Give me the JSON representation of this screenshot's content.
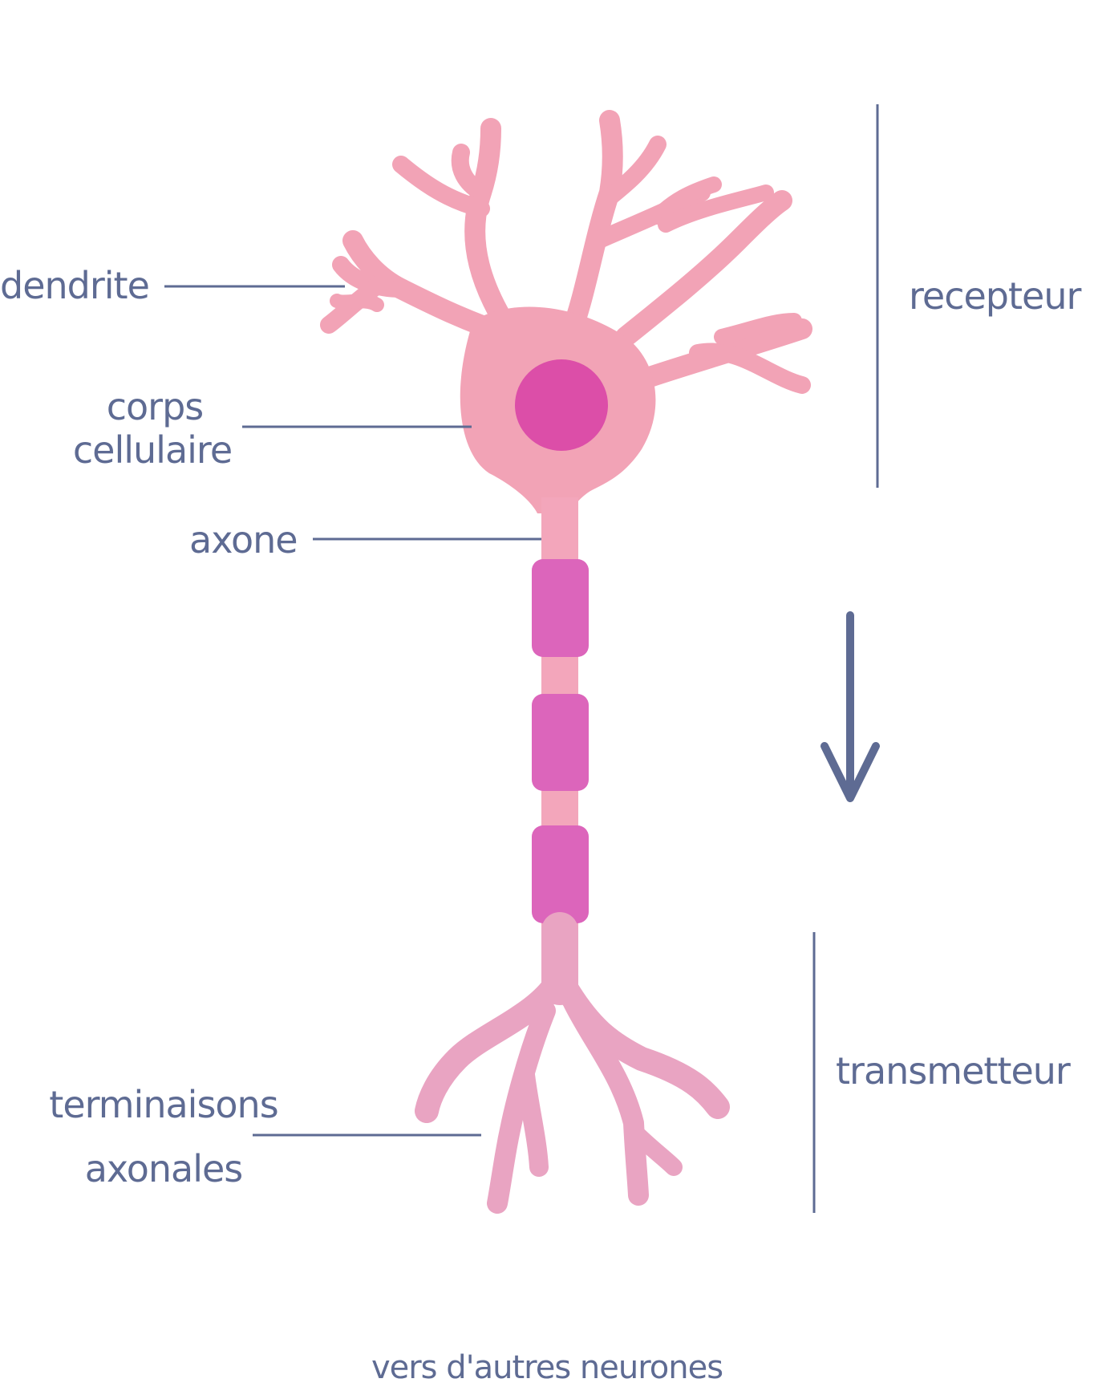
{
  "labels": {
    "dendrite": "dendrite",
    "corps_line1": "corps",
    "corps_line2": "cellulaire",
    "axone": "axone",
    "terminaisons_line1": "terminaisons",
    "terminaisons_line2": "axonales",
    "recepteur": "recepteur",
    "transmetteur": "transmetteur",
    "footer": "vers d'autres neurones"
  },
  "colors": {
    "label_text": "#5e6b93",
    "leader_line": "#5e6b93",
    "cell_body": "#f2a3b6",
    "nucleus": "#dc4ea8",
    "myelin": "#dc65bb",
    "axon": "#f3a6bb",
    "axon_terminals": "#e9a4c2"
  },
  "icons": {
    "direction_arrow": "arrow-down-icon"
  }
}
